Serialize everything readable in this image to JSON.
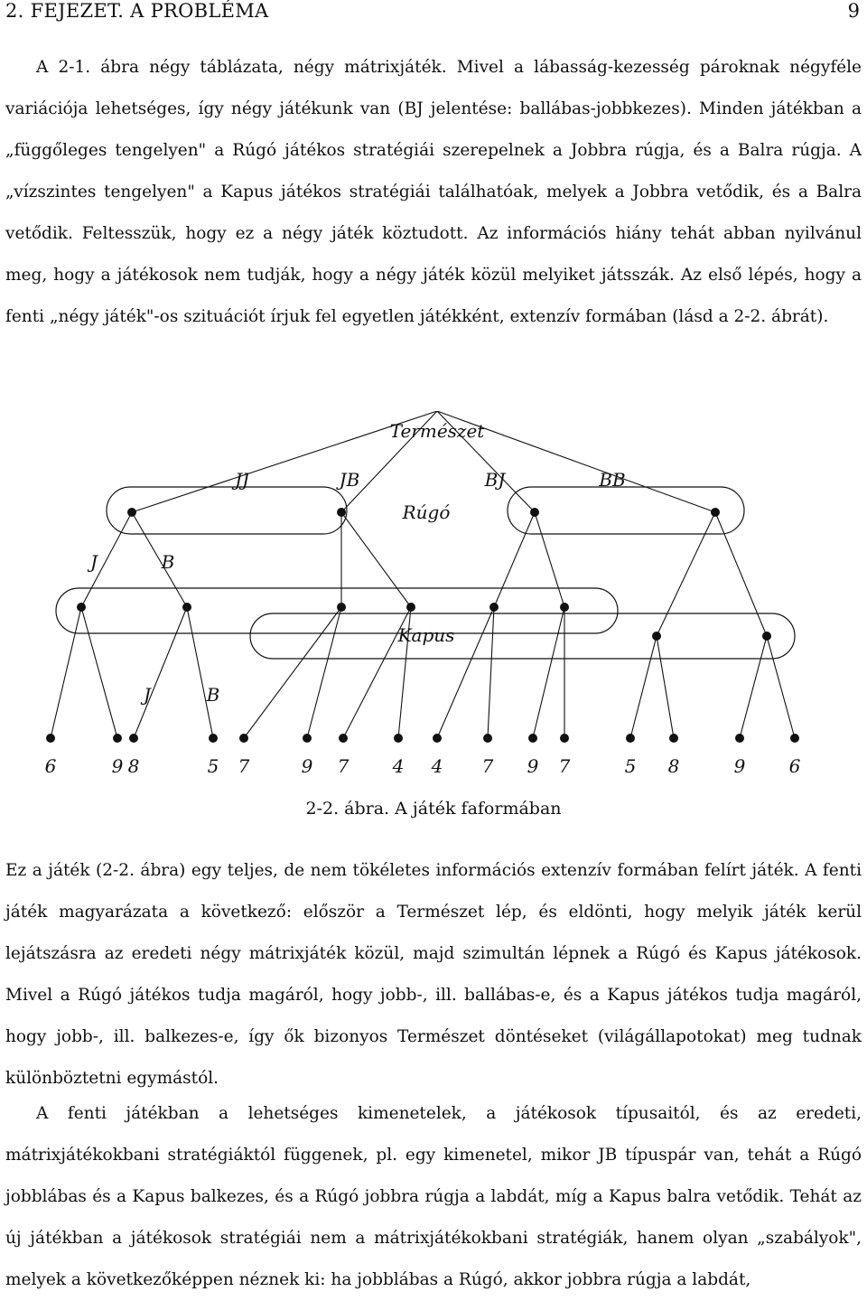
{
  "header": {
    "chapter": "2. FEJEZET. A PROBLÉMA",
    "page_number": "9"
  },
  "paragraph1": "A 2-1. ábra négy táblázata, négy mátrixjáték. Mivel a lábasság-kezesség pároknak négyféle variációja lehetséges, így négy játékunk van (BJ jelentése: ballábas-jobbkezes). Minden játékban a „függőleges tengelyen\" a Rúgó játékos stratégiái szerepelnek a Jobbra rúgja, és a Balra rúgja. A „vízszintes tengelyen\" a Kapus játékos stratégiái találhatóak, melyek a Jobbra vetődik, és a Balra vetődik. Feltesszük, hogy ez a négy játék köztudott. Az információs hiány tehát abban nyilvánul meg, hogy a játékosok nem tudják, hogy a négy játék közül melyiket játsszák. Az első lépés, hogy a fenti „négy játék\"-os szituációt írjuk fel egyetlen játékként, extenzív formában (lásd a 2-2. ábrát).",
  "figure": {
    "root_label": "Természet",
    "nature_branches": [
      "JJ",
      "JB",
      "BJ",
      "BB"
    ],
    "kicker_label": "Rúgó",
    "kicker_actions": [
      "J",
      "B"
    ],
    "keeper_label": "Kapus",
    "keeper_actions": [
      "J",
      "B"
    ],
    "payoffs": [
      "6",
      "9",
      "8",
      "5",
      "7",
      "9",
      "7",
      "4",
      "4",
      "7",
      "9",
      "7",
      "5",
      "8",
      "9",
      "6"
    ],
    "caption": "2-2. ábra. A játék faformában"
  },
  "paragraph2": "Ez a játék (2-2. ábra) egy teljes, de nem tökéletes információs extenzív formában felírt játék. A fenti játék magyarázata a következő: először a Természet lép, és eldönti, hogy melyik játék kerül lejátszásra az eredeti négy mátrixjáték közül, majd szimultán lépnek a Rúgó és Kapus játékosok. Mivel a Rúgó játékos tudja magáról, hogy jobb-, ill. ballábas-e, és a Kapus játékos tudja magáról, hogy jobb-, ill. balkezes-e, így ők bizonyos Természet döntéseket (világállapotokat) meg tudnak különböztetni egymástól.",
  "paragraph3": "A fenti játékban a lehetséges kimenetelek, a játékosok típusaitól, és az eredeti, mátrixjátékokbani stratégiáktól függenek, pl. egy kimenetel, mikor JB típuspár van, tehát a Rúgó jobblábas és a Kapus balkezes, és a Rúgó jobbra rúgja a labdát, míg a Kapus balra vetődik. Tehát az új játékban a játékosok stratégiái nem a mátrixjátékokbani stratégiák, hanem olyan „szabályok\", melyek a következőképpen néznek ki: ha jobblábas a Rúgó, akkor jobbra rúgja a labdát,"
}
